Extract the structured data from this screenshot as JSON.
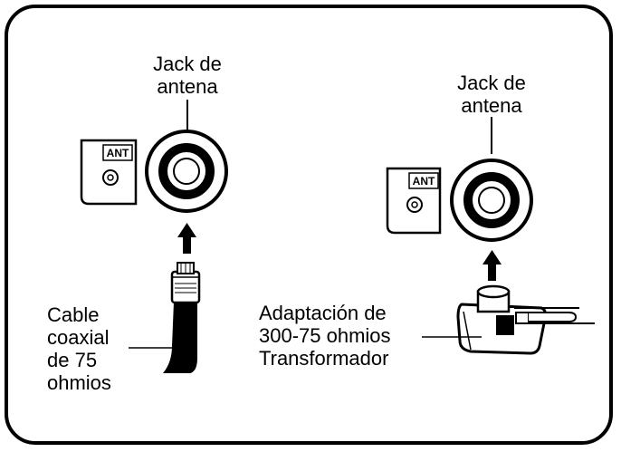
{
  "left_panel": {
    "jack_label_line1": "Jack de",
    "jack_label_line2": "antena",
    "ant_badge": "ANT",
    "cable_label_lines": [
      "Cable",
      "coaxial",
      "de 75",
      "ohmios"
    ]
  },
  "right_panel": {
    "jack_label_line1": "Jack de",
    "jack_label_line2": "antena",
    "ant_badge": "ANT",
    "adapter_label_lines": [
      "Adaptación de",
      "300-75 ohmios",
      "Transformador"
    ]
  }
}
